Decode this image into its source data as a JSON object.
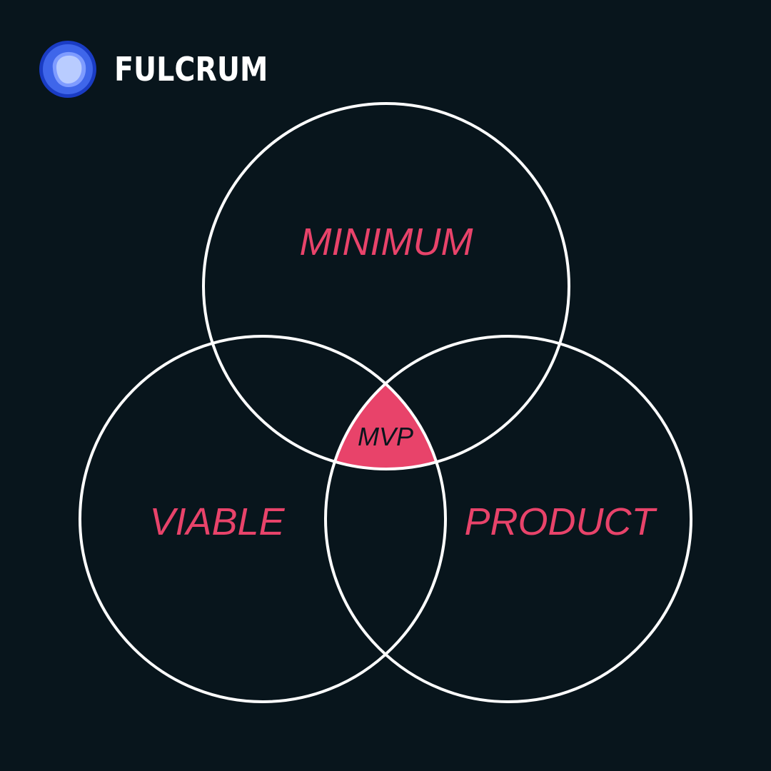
{
  "brand": {
    "name": "FULCRUM",
    "logo_icon": "circle-logo-icon",
    "logo_colors": {
      "outer": "#1e44c8",
      "inner": "#b9ccff"
    }
  },
  "diagram": {
    "type": "three-set-venn",
    "sets": [
      {
        "id": "minimum",
        "label": "MINIMUM"
      },
      {
        "id": "viable",
        "label": "VIABLE"
      },
      {
        "id": "product",
        "label": "PRODUCT"
      }
    ],
    "intersection": {
      "label": "MVP",
      "color": "#e8436a"
    },
    "colors": {
      "background": "#08151c",
      "circle_stroke": "#ffffff",
      "label": "#e8436a"
    }
  }
}
